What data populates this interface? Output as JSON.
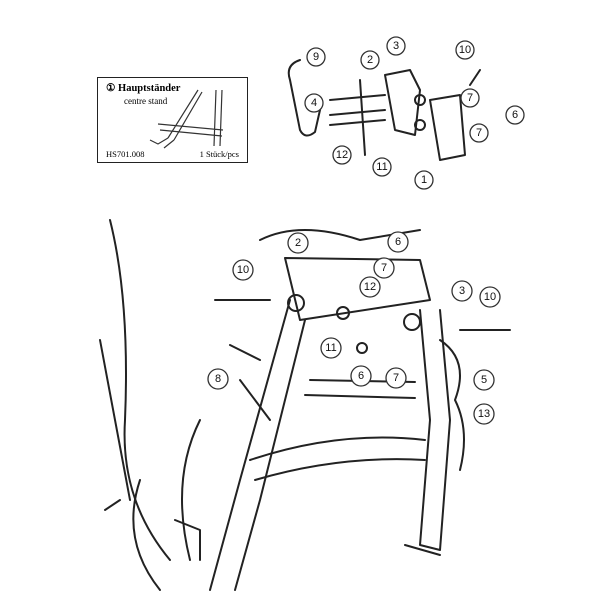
{
  "legend": {
    "number": "①",
    "title": "Hauptständer",
    "subtitle": "centre stand",
    "code": "HS701.008",
    "quantity": "1 Stück/pcs"
  },
  "detail_callouts": [
    "9",
    "2",
    "3",
    "10",
    "4",
    "7",
    "6",
    "7",
    "12",
    "11",
    "1"
  ],
  "main_callouts": [
    "2",
    "6",
    "10",
    "7",
    "12",
    "3",
    "10",
    "11",
    "6",
    "7",
    "5",
    "13",
    "8"
  ]
}
